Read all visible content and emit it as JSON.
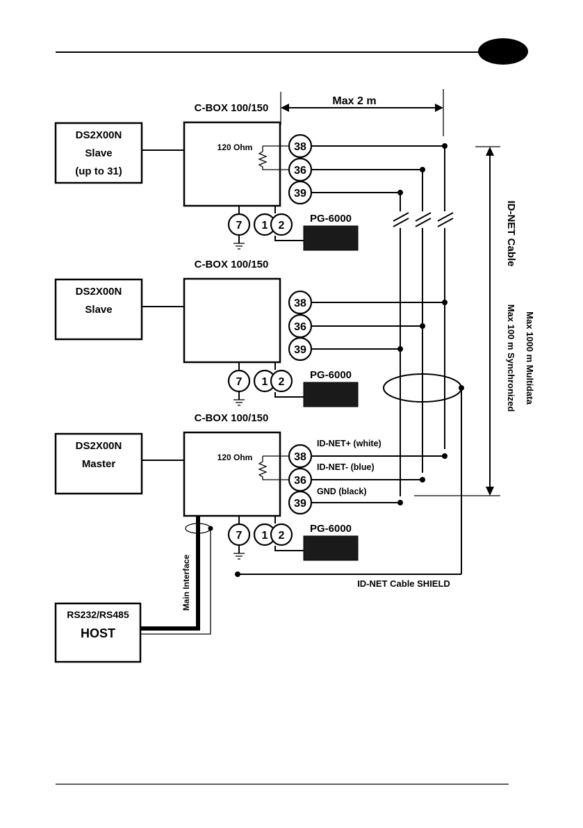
{
  "header": {
    "tab_color": "#000000"
  },
  "diagram": {
    "top_distance_label": "Max 2 m",
    "cable_label": "ID-NET Cable",
    "length_label_line1": "Max 1000 m Multidata",
    "length_label_line2": "Max 100 m Synchronized",
    "shield_label": "ID-NET Cable SHIELD",
    "main_interface_label": "Main Interface",
    "resistor_label": "120 Ohm",
    "wire_labels": {
      "plus": "ID-NET+ (white)",
      "minus": "ID-NET- (blue)",
      "gnd": "GND (black)"
    },
    "cboxes": [
      {
        "title": "C-BOX 100/150",
        "device": [
          "DS2X00N",
          "Slave",
          "(up to 31)"
        ],
        "pg": "PG-6000",
        "terminals": [
          "38",
          "36",
          "39",
          "7",
          "1",
          "2"
        ]
      },
      {
        "title": "C-BOX 100/150",
        "device": [
          "DS2X00N",
          "Slave"
        ],
        "pg": "PG-6000",
        "terminals": [
          "38",
          "36",
          "39",
          "7",
          "1",
          "2"
        ]
      },
      {
        "title": "C-BOX 100/150",
        "device": [
          "DS2X00N",
          "Master"
        ],
        "pg": "PG-6000",
        "terminals": [
          "38",
          "36",
          "39",
          "7",
          "1",
          "2"
        ]
      }
    ],
    "host": {
      "line1": "RS232/RS485",
      "line2": "HOST"
    }
  }
}
